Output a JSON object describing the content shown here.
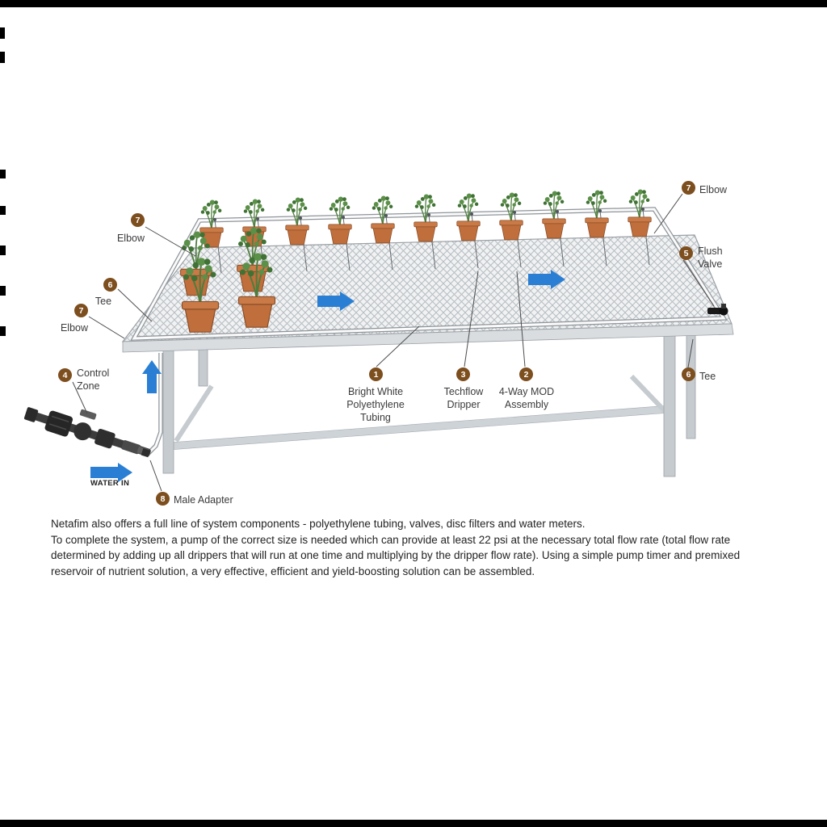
{
  "colors": {
    "badge_brown": "#7d4e1e",
    "arrow_blue": "#2a7fd4",
    "pot_terracotta": "#bf6e3c",
    "plant_green": "#5b9048",
    "table_gray": "#d9dde0",
    "label_text": "#3b3b3b"
  },
  "diagram": {
    "water_in": "WATER IN",
    "callouts": [
      {
        "num": "7",
        "label": "Elbow"
      },
      {
        "num": "7",
        "label": "Elbow"
      },
      {
        "num": "6",
        "label": "Tee"
      },
      {
        "num": "7",
        "label": "Elbow"
      },
      {
        "num": "5",
        "label": "Flush Valve"
      },
      {
        "num": "6",
        "label": "Tee"
      },
      {
        "num": "4",
        "label": "Control Zone"
      },
      {
        "num": "8",
        "label": "Male Adapter"
      },
      {
        "num": "1",
        "label": "Bright White Polyethylene Tubing"
      },
      {
        "num": "3",
        "label": "Techflow Dripper"
      },
      {
        "num": "2",
        "label": "4-Way MOD Assembly"
      }
    ]
  },
  "footer": {
    "paragraph1": "Netafim also offers a full line of system components - polyethylene tubing, valves, disc filters and water meters.",
    "paragraph2": "To complete the system, a pump of the correct size is needed which can provide at least 22 psi at the necessary total flow rate (total flow rate determined by adding up all drippers that will run at one time and multiplying by the dripper flow rate). Using a simple pump timer and premixed reservoir of nutrient solution, a very effective, efficient and yield-boosting solution can be assembled."
  }
}
